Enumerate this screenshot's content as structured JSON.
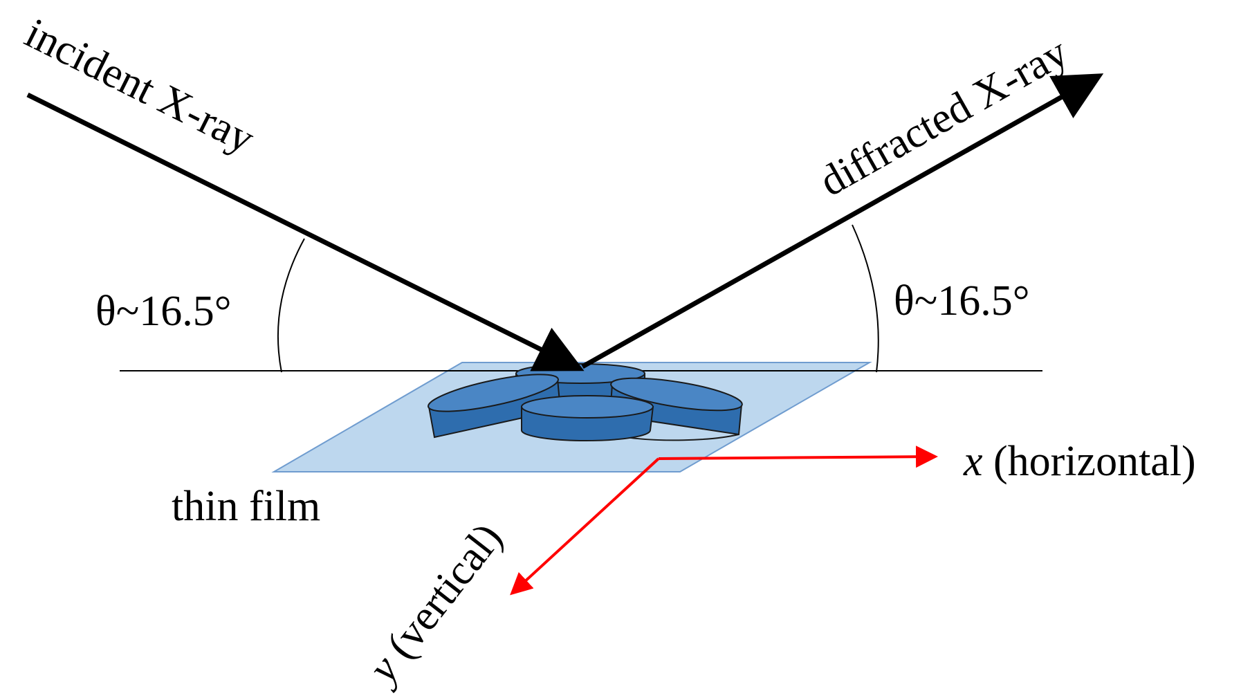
{
  "labels": {
    "incident": "incident X-ray",
    "diffracted": "diffracted X-ray",
    "theta_left": "θ~16.5°",
    "theta_right": "θ~16.5°",
    "thin_film": "thin film",
    "x_axis_var": "x",
    "x_axis_desc": " (horizontal)",
    "y_axis_var": "y",
    "y_axis_desc": " (vertical)"
  },
  "colors": {
    "beam": "#000000",
    "film_fill": "#bdd7ee",
    "film_stroke": "#6f9ccf",
    "crystal_top": "#4a86c5",
    "crystal_side": "#2e6dae",
    "axis": "#ff0000"
  }
}
